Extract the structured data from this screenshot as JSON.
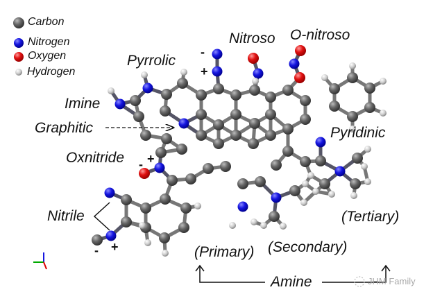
{
  "legend": [
    {
      "label": "Carbon",
      "color": "#555555"
    },
    {
      "label": "Nitrogen",
      "color": "#1010e0"
    },
    {
      "label": "Oxygen",
      "color": "#e01010"
    },
    {
      "label": "Hydrogen",
      "color": "#d0d0d0"
    }
  ],
  "labels": {
    "pyrrolic": "Pyrrolic",
    "nitroso": "Nitroso",
    "o_nitroso": "O-nitroso",
    "imine": "Imine",
    "graphitic": "Graphitic",
    "pyridinic": "Pyridinic",
    "oxnitride": "Oxnitride",
    "nitrile": "Nitrile",
    "tertiary": "(Tertiary)",
    "primary": "(Primary)",
    "secondary": "(Secondary)",
    "amine": "Amine"
  },
  "charges": {
    "minus": "-",
    "plus": "+"
  },
  "watermark": "JHM Family"
}
